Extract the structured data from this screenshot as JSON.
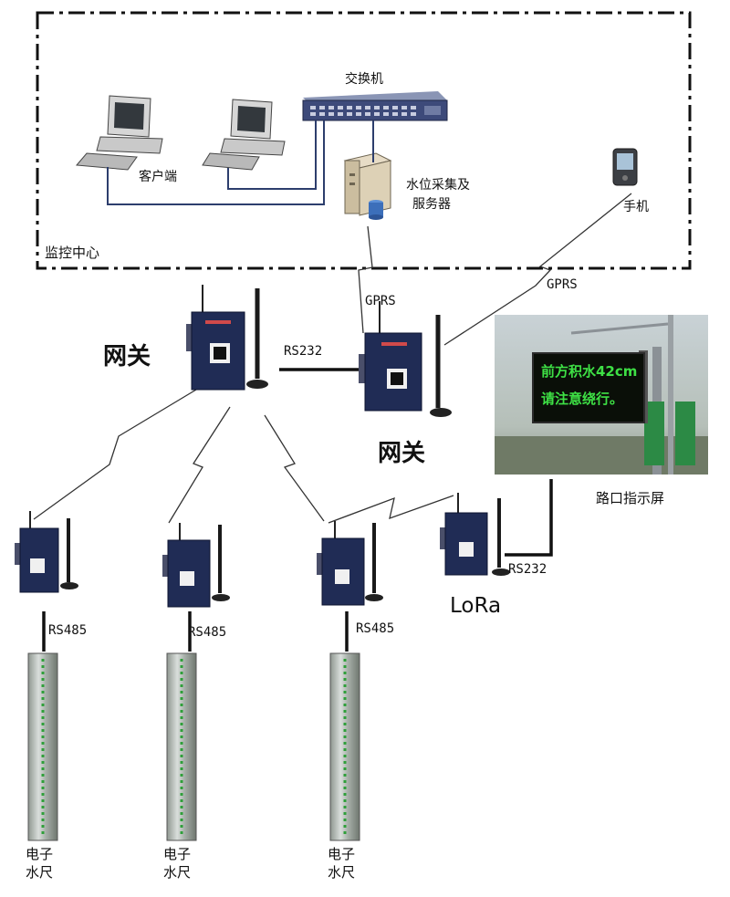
{
  "monitoring_center": {
    "label": "监控中心"
  },
  "switch": {
    "label": "交换机"
  },
  "clients": {
    "label": "客户端"
  },
  "server": {
    "label_line1": "水位采集及",
    "label_line2": "服务器"
  },
  "phone": {
    "label": "手机"
  },
  "links": {
    "gprs_server": "GPRS",
    "gprs_phone": "GPRS",
    "rs232_gateways": "RS232",
    "rs232_display": "RS232",
    "rs485_1": "RS485",
    "rs485_2": "RS485",
    "rs485_3": "RS485",
    "lora": "LoRa"
  },
  "gateways": {
    "left_label": "网关",
    "right_label": "网关"
  },
  "display": {
    "label": "路口指示屏",
    "led_line1": "前方积水42cm",
    "led_line2": "请注意绕行。"
  },
  "gauges": [
    {
      "line1": "电子",
      "line2": "水尺"
    },
    {
      "line1": "电子",
      "line2": "水尺"
    },
    {
      "line1": "电子",
      "line2": "水尺"
    }
  ]
}
